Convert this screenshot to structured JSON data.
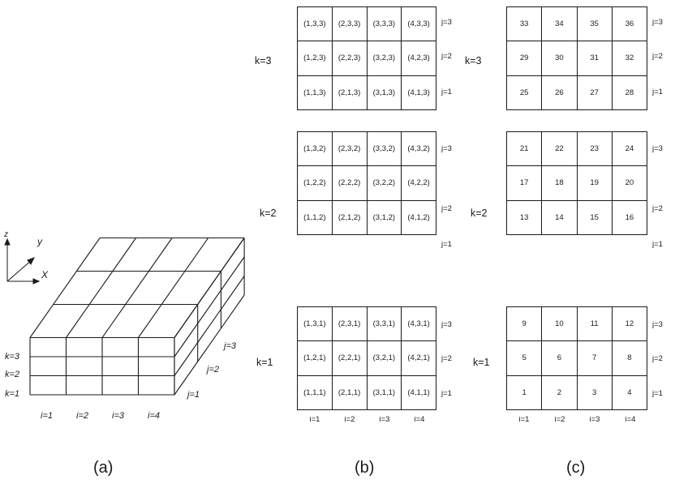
{
  "panel_a": {
    "caption": "(a)",
    "axes": {
      "z": "z",
      "y": "y",
      "x": "X"
    },
    "k_labels": [
      "k=3",
      "k=2",
      "k=1"
    ],
    "j_labels": [
      "j=3",
      "j=2",
      "j=1"
    ],
    "i_labels": [
      "i=1",
      "i=2",
      "i=3",
      "i=4"
    ]
  },
  "panel_b": {
    "caption": "(b)",
    "layers": [
      {
        "label": "k=3",
        "rows": [
          [
            "(1,3,3)",
            "(2,3,3)",
            "(3,3,3)",
            "(4,3,3)"
          ],
          [
            "(1,2,3)",
            "(2,2,3)",
            "(3,2,3)",
            "(4,2,3)"
          ],
          [
            "(1,1,3)",
            "(2,1,3)",
            "(3,1,3)",
            "(4,1,3)"
          ]
        ],
        "j_labels": [
          "j=3",
          "j=2",
          "j=1"
        ]
      },
      {
        "label": "k=2",
        "rows": [
          [
            "(1,3,2)",
            "(2,3,2)",
            "(3,3,2)",
            "(4,3,2)"
          ],
          [
            "(1,2,2)",
            "(2,2,2)",
            "(3,2,2)",
            "(4,2,2)"
          ],
          [
            "(1,1,2)",
            "(2,1,2)",
            "(3,1,2)",
            "(4,1,2)"
          ]
        ],
        "j_labels": [
          "j=3",
          "j=2",
          "j=1"
        ]
      },
      {
        "label": "k=1",
        "rows": [
          [
            "(1,3,1)",
            "(2,3,1)",
            "(3,3,1)",
            "(4,3,1)"
          ],
          [
            "(1,2,1)",
            "(2,2,1)",
            "(3,2,1)",
            "(4,2,1)"
          ],
          [
            "(1,1,1)",
            "(2,1,1)",
            "(3,1,1)",
            "(4,1,1)"
          ]
        ],
        "j_labels": [
          "j=3",
          "j=2",
          "j=1"
        ]
      }
    ],
    "i_labels": [
      "i=1",
      "i=2",
      "i=3",
      "i=4"
    ]
  },
  "panel_c": {
    "caption": "(c)",
    "layers": [
      {
        "label": "k=3",
        "rows": [
          [
            "33",
            "34",
            "35",
            "36"
          ],
          [
            "29",
            "30",
            "31",
            "32"
          ],
          [
            "25",
            "26",
            "27",
            "28"
          ]
        ],
        "j_labels": [
          "j=3",
          "j=2",
          "j=1"
        ]
      },
      {
        "label": "k=2",
        "rows": [
          [
            "21",
            "22",
            "23",
            "24"
          ],
          [
            "17",
            "18",
            "19",
            "20"
          ],
          [
            "13",
            "14",
            "15",
            "16"
          ]
        ],
        "j_labels": [
          "j=3",
          "j=2",
          "j=1"
        ]
      },
      {
        "label": "k=1",
        "rows": [
          [
            "9",
            "10",
            "11",
            "12"
          ],
          [
            "5",
            "6",
            "7",
            "8"
          ],
          [
            "1",
            "2",
            "3",
            "4"
          ]
        ],
        "j_labels": [
          "j=3",
          "j=2",
          "j=1"
        ]
      }
    ],
    "i_labels": [
      "i=1",
      "i=2",
      "i=3",
      "i=4"
    ]
  }
}
